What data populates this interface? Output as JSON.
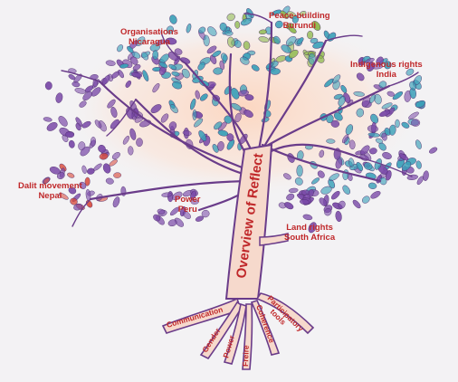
{
  "diagram": {
    "trunk_label": "Overview of Reflect",
    "branches": [
      {
        "id": "organisations",
        "line1": "Organisations",
        "line2": "Nicaragua"
      },
      {
        "id": "peace",
        "line1": "Peace-building",
        "line2": "Burundi"
      },
      {
        "id": "indigenous",
        "line1": "Indigenous rights",
        "line2": "India"
      },
      {
        "id": "dalit",
        "line1": "Dalit movement",
        "line2": "Nepal"
      },
      {
        "id": "power",
        "line1": "Power",
        "line2": "Peru"
      },
      {
        "id": "land",
        "line1": "Land rights",
        "line2": "South Africa"
      }
    ],
    "roots": [
      "Communication",
      "Gender",
      "Power",
      "Freire",
      "Coherence",
      "Participatory",
      "tools"
    ]
  },
  "colors": {
    "label": "#c0282a",
    "trunk_outline": "#6a3c8a",
    "trunk_fill": "#f6d9cc",
    "leaf_blue": "#3aa0b8",
    "leaf_purple": "#7a4aa8",
    "leaf_green": "#8cb84a",
    "leaf_red": "#d84a3a",
    "canopy_glow": "#fbd9c6"
  }
}
